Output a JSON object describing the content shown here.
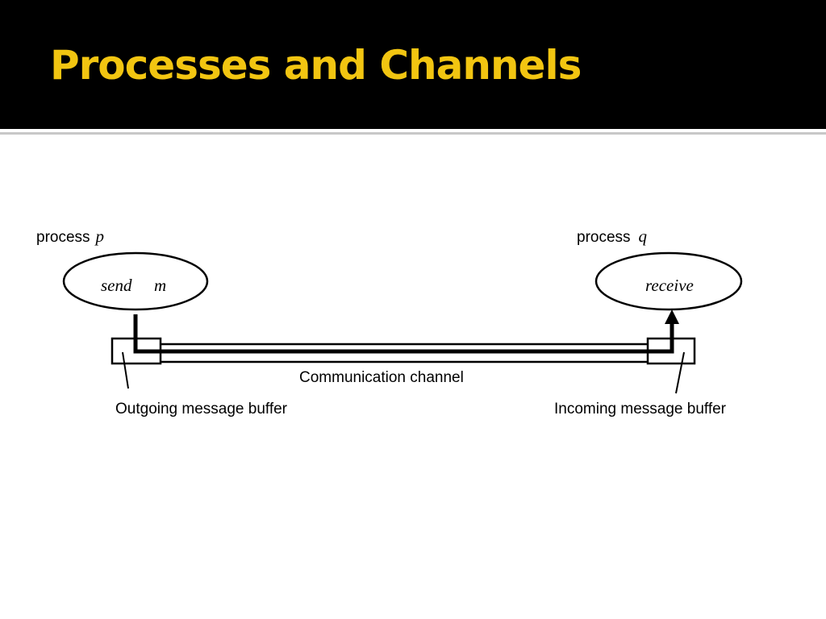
{
  "slide": {
    "title": "Processes and Channels"
  },
  "colors": {
    "title_background": "#000000",
    "title_text": "#f2c511",
    "rule": "#c8c8c8",
    "diagram_ink": "#000000"
  },
  "diagram": {
    "process_p": {
      "label": "process",
      "name": "p",
      "action": "send",
      "message": "m"
    },
    "process_q": {
      "label": "process",
      "name": "q",
      "action": "receive"
    },
    "channel_label": "Communication channel",
    "outgoing_buffer_label": "Outgoing message buffer",
    "incoming_buffer_label": "Incoming message buffer"
  }
}
